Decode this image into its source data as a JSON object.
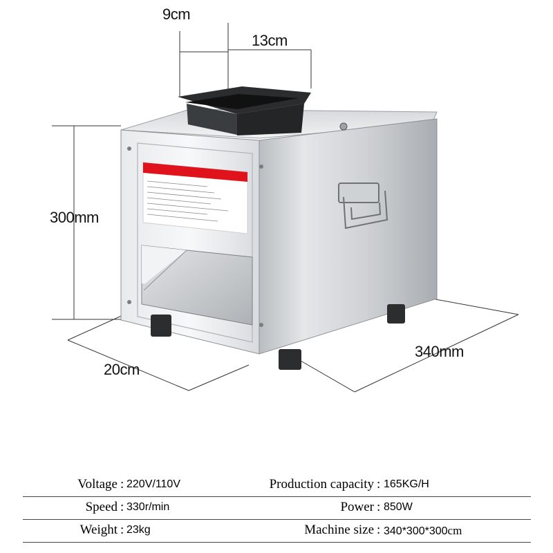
{
  "dimensions": {
    "hopper_depth": "9cm",
    "hopper_width": "13cm",
    "height": "300mm",
    "depth": "340mm",
    "outlet_width": "20cm"
  },
  "specs": [
    {
      "left": {
        "label": "Voltage",
        "value": "220V/110V"
      },
      "right": {
        "label": "Production capacity",
        "value": "165KG/H"
      }
    },
    {
      "left": {
        "label": "Speed",
        "value": "330r/min"
      },
      "right": {
        "label": "Power",
        "value": "850W"
      }
    },
    {
      "left": {
        "label": "Weight",
        "value": "23kg"
      },
      "right": {
        "label": "Machine size",
        "value": "340*300*300",
        "unit": "cm"
      }
    }
  ],
  "colors": {
    "label_red": "#e0121b",
    "steel": "#c9cdd1",
    "dimension_line": "#333333"
  }
}
